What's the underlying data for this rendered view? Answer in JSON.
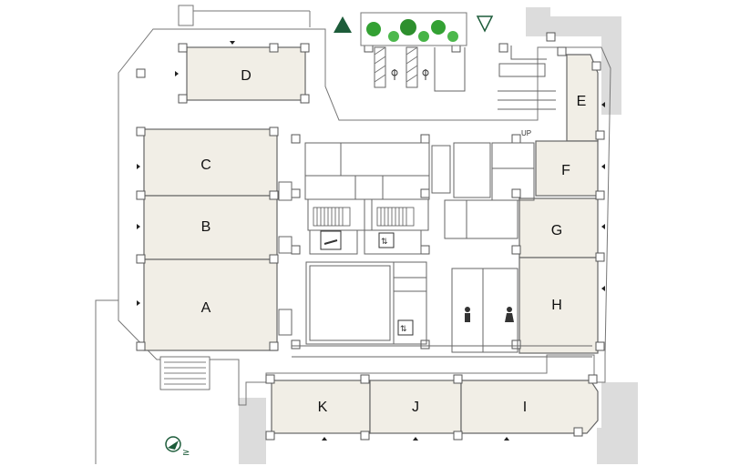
{
  "floor_plan": {
    "rooms": [
      {
        "id": "D",
        "label": "D"
      },
      {
        "id": "E",
        "label": "E"
      },
      {
        "id": "C",
        "label": "C"
      },
      {
        "id": "F",
        "label": "F"
      },
      {
        "id": "B",
        "label": "B"
      },
      {
        "id": "G",
        "label": "G"
      },
      {
        "id": "A",
        "label": "A"
      },
      {
        "id": "H",
        "label": "H"
      },
      {
        "id": "K",
        "label": "K"
      },
      {
        "id": "J",
        "label": "J"
      },
      {
        "id": "I",
        "label": "I"
      }
    ],
    "up_label": "UP",
    "colors": {
      "room_fill": "#f1eee6",
      "wall": "#666666",
      "exterior": "#dcdcdc",
      "tree": "#33a133",
      "marker": "#1d5c3a"
    },
    "icons": [
      "main-entrance-icon",
      "secondary-entrance-icon",
      "compass-icon",
      "smoking-area-icon",
      "elevator-icon",
      "restroom-icon",
      "accessible-parking-icon",
      "stair-icon",
      "tree-icon"
    ]
  }
}
